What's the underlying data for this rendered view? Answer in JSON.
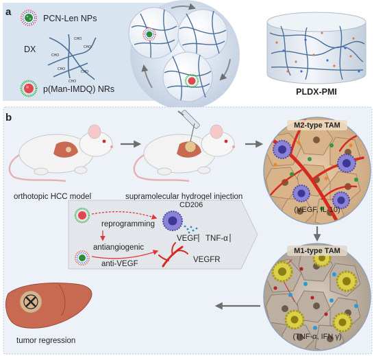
{
  "panel_a": {
    "letter": "a",
    "legend": {
      "nps": "PCN-Len NPs",
      "dx": "DX",
      "nrs": "p(Man-IMDQ) NRs",
      "cho": "CHO"
    },
    "product": "PLDX-PMI"
  },
  "panel_b": {
    "letter": "b",
    "steps": {
      "model": "orthotopic HCC model",
      "injection": "supramolecular hydrogel injection",
      "regression": "tumor regression"
    },
    "mechanism": {
      "reprogramming": "reprogramming",
      "antiangiogenic": "antiangiogenic",
      "anti_vegf": "anti-VEGF",
      "cd206": "CD206",
      "vegf": "VEGF",
      "tnf": "TNF-α",
      "vegfr": "VEGFR"
    },
    "m2": {
      "title": "M2-type TAM",
      "cytokines": "(VEGF, IL-10)"
    },
    "m1": {
      "title": "M1-type TAM",
      "cytokines": "(TNF-α, IFN γ)"
    }
  },
  "colors": {
    "panel_a_bg": "#d9e4f1",
    "panel_b_bg": "#edf2f8",
    "fiber": "#4a6e98",
    "np_core": "#2f8a3d",
    "nr_core": "#e0484f",
    "nr_shell": "#3ab34a",
    "vessel": "#d42a1f",
    "m2_macrophage": "#6b62c4",
    "m1_macrophage": "#d1c335",
    "liver": "#c86a52"
  }
}
